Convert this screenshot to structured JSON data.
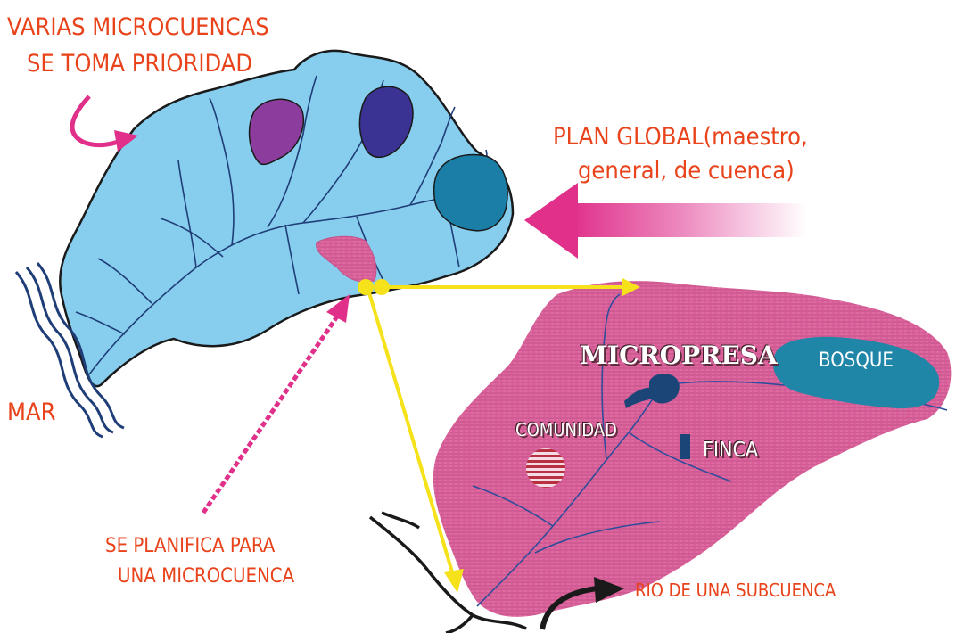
{
  "labels": {
    "varias_line1": "VARIAS MICROCUENCAS",
    "varias_line2": "SE TOMA PRIORIDAD",
    "plan_line1": "PLAN GLOBAL(maestro,",
    "plan_line2": "general, de cuenca)",
    "mar": "MAR",
    "se_planifica_line1": "SE PLANIFICA PARA",
    "se_planifica_line2": "UNA MICROCUENCA",
    "rio": "RIO DE UNA SUBCUENCA",
    "micropresa": "MICROPRESA",
    "bosque": "BOSQUE",
    "comunidad": "COMUNIDAD",
    "finca": "FINCA"
  },
  "colors": {
    "label_orange": "#e8431a",
    "watershed_blue": "#87cdee",
    "microcuenca_pink": "#d9609a",
    "arrow_yellow": "#f5e21a",
    "arrow_magenta": "#e0308a",
    "forest_teal": "#1f86a8",
    "dam_navy": "#1c4577"
  }
}
